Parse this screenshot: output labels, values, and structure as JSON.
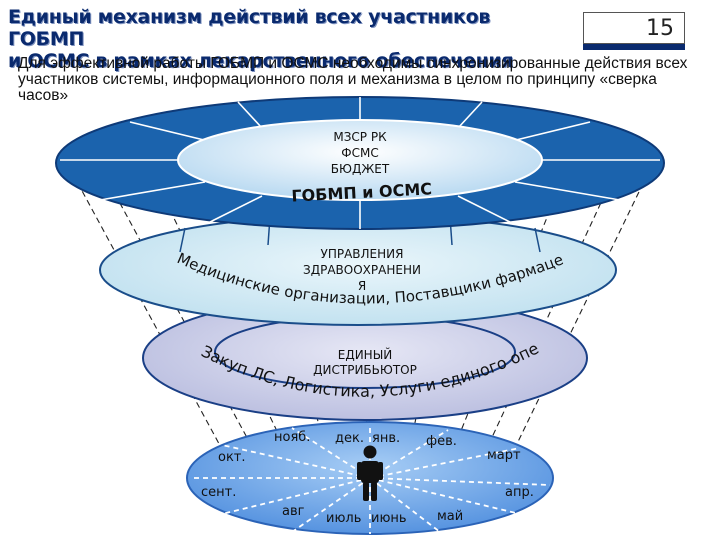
{
  "slide": {
    "title_line1": "Единый механизм действий всех участников ГОБМП",
    "title_line2": "и ОСМС в рамках лекарственного обеспечения",
    "number": "15",
    "intro": "Для эффективной работы ГОБМП и ОСМС необходимы синхронизированные действия всех участников системы, информационного поля и механизма в целом по принципу «сверка часов»"
  },
  "level1": {
    "center_line1": "МЗСР РК",
    "center_line2": "ФСМС",
    "center_line3": "БЮДЖЕТ",
    "caption": "ГОБМП и ОСМС"
  },
  "level2": {
    "center_line1": "УПРАВЛЕНИЯ",
    "center_line2": "ЗДРАВООХРАНЕНИ",
    "center_line3": "Я",
    "arc_text": "Медицинские организации, Поставщики фармацевтических услуг"
  },
  "level3": {
    "center_line1": "ЕДИНЫЙ",
    "center_line2": "ДИСТРИБЬЮТОР",
    "arc_text": "Закуп ЛС, Логистика, Услуги единого оператора АПО"
  },
  "clock": {
    "months": {
      "nov": "нояб.",
      "dec": "дек.",
      "jan": "янв.",
      "feb": "фев.",
      "mar": "март",
      "apr": "апр.",
      "may": "май",
      "jun": "июнь",
      "jul": "июль",
      "aug": "авг",
      "sep": "сент.",
      "oct": "окт."
    }
  },
  "colors": {
    "navy": "#0a2a6e",
    "ring_blue": "#1a5fa8",
    "light_blue": "#c9e6f3",
    "lavender": "#c3c6e4",
    "clock_blue": "#6aa4e6"
  }
}
